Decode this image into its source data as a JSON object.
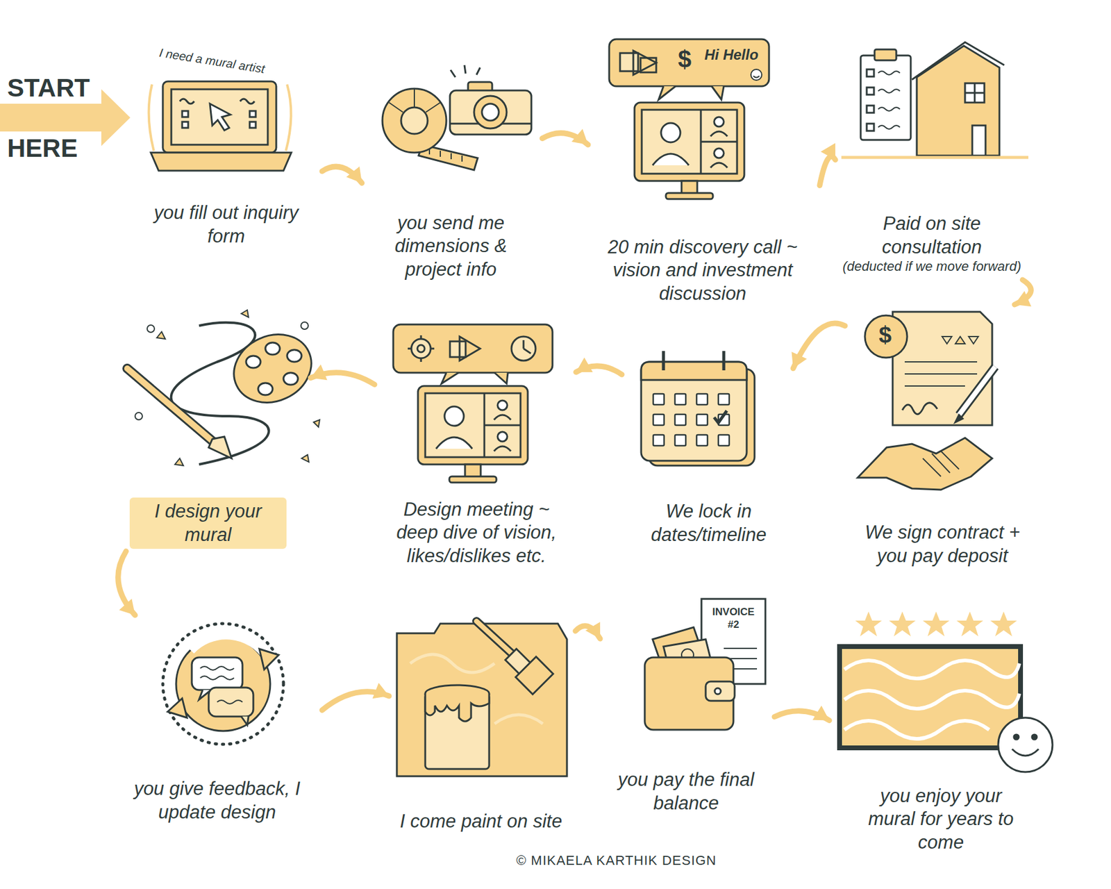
{
  "diagram": {
    "nodes": [
      {
        "text": [
          "you fill out inquiry form"
        ]
      },
      {
        "text": [
          "you send me dimensions & project info"
        ]
      },
      {
        "text": [
          "20 min discovery call ~ vision and investment discussion"
        ]
      },
      {
        "text": [
          "Paid on site consultation",
          "(deducted if we move forward)"
        ]
      },
      {
        "text": [
          "We sign contract + you pay deposit"
        ]
      },
      {
        "text": [
          "We lock in dates/timeline"
        ]
      },
      {
        "text": [
          "Design meeting ~ deep dive of vision, likes/dislikes etc."
        ]
      },
      {
        "text": [
          "I design your mural"
        ]
      },
      {
        "text": [
          "you give feedback, I update design"
        ]
      },
      {
        "text": [
          "I come paint on site"
        ]
      },
      {
        "text": [
          "you pay the final balance"
        ]
      },
      {
        "text": [
          "you enjoy your mural for years to come"
        ]
      }
    ],
    "edges": [
      {
        "from": 0,
        "to": 1,
        "arrow": "to"
      },
      {
        "from": 1,
        "to": 2,
        "arrow": "to"
      },
      {
        "from": 2,
        "to": 3,
        "arrow": "to"
      },
      {
        "from": 3,
        "to": 4,
        "arrow": "to"
      },
      {
        "from": 4,
        "to": 5,
        "arrow": "to"
      },
      {
        "from": 5,
        "to": 6,
        "arrow": "to"
      },
      {
        "from": 6,
        "to": 7,
        "arrow": "to"
      },
      {
        "from": 7,
        "to": 8,
        "arrow": "to"
      },
      {
        "from": 8,
        "to": 9,
        "arrow": "to"
      },
      {
        "from": 9,
        "to": 10,
        "arrow": "to"
      },
      {
        "from": 10,
        "to": 11,
        "arrow": "to"
      }
    ],
    "labels": [
      "START HERE",
      "I need a mural artist",
      "$",
      "Hi Hello",
      "$",
      "INVOICE #2",
      "© MIKAELA KARTHIK DESIGN"
    ]
  }
}
